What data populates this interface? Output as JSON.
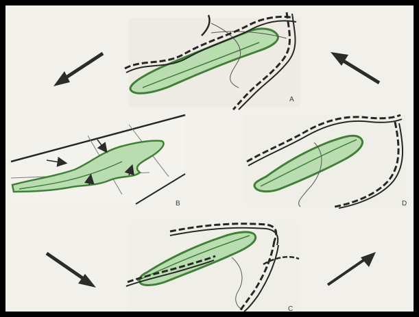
{
  "diagram": {
    "labels": {
      "a": "A",
      "b": "B",
      "c": "C",
      "d": "D"
    },
    "colors": {
      "background": "#f2f0ea",
      "frame": "#000000",
      "leaf_fill": "#b9ddb0",
      "leaf_edge": "#3f7f36",
      "ink": "#262626",
      "arrow": "#2b2b2b"
    },
    "icons": [
      "arrow-up-left-icon",
      "arrow-down-right-icon",
      "arrow-up-right-icon"
    ]
  }
}
